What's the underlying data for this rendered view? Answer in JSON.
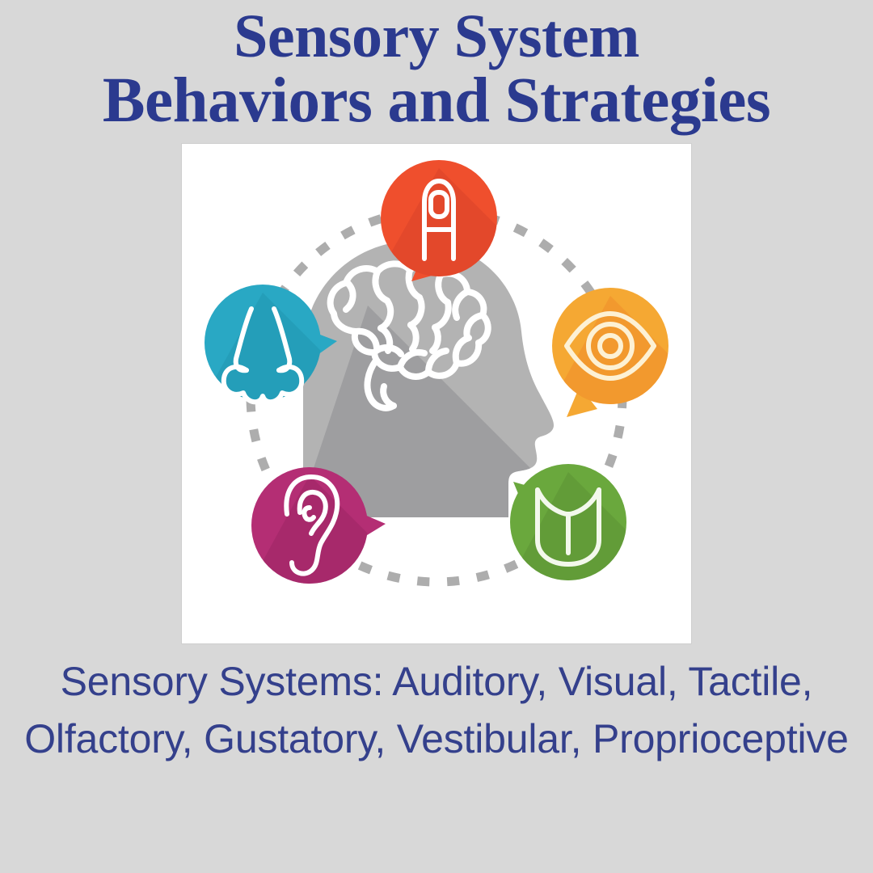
{
  "title": {
    "line1": "Sensory System",
    "line2": "Behaviors and Strategies",
    "color": "#2b3a8f"
  },
  "caption": {
    "text": "Sensory Systems: Auditory, Visual, Tactile, Olfactory, Gustatory, Vestibular, Proprioceptive",
    "color": "#34408c"
  },
  "background": {
    "page_color": "#d8d8d8",
    "panel_color": "#ffffff"
  },
  "diagram": {
    "center": {
      "label": "head-with-brain",
      "head_color": "#b3b3b3",
      "head_shadow_color": "#9a9a9c",
      "brain_outline_color": "#ffffff"
    },
    "connector": {
      "style": "dashed-circle",
      "color": "#adadad"
    },
    "nodes": [
      {
        "id": "tactile",
        "icon": "fingertip-icon",
        "color": "#ef4f2d",
        "shadow_color": "#d9432a",
        "position": "top",
        "tail_direction": "down-left"
      },
      {
        "id": "olfactory",
        "icon": "nose-icon",
        "color": "#29a8c4",
        "shadow_color": "#1f93ae",
        "position": "left",
        "tail_direction": "right"
      },
      {
        "id": "visual",
        "icon": "eye-icon",
        "color": "#f5a833",
        "shadow_color": "#ef8c2a",
        "position": "right",
        "tail_direction": "down-left"
      },
      {
        "id": "auditory",
        "icon": "ear-icon",
        "color": "#b42e74",
        "shadow_color": "#9c2664",
        "position": "bottom-left",
        "tail_direction": "right"
      },
      {
        "id": "gustatory",
        "icon": "tongue-icon",
        "color": "#6aa83d",
        "shadow_color": "#5b9134",
        "position": "bottom-right",
        "tail_direction": "up-left"
      }
    ]
  }
}
